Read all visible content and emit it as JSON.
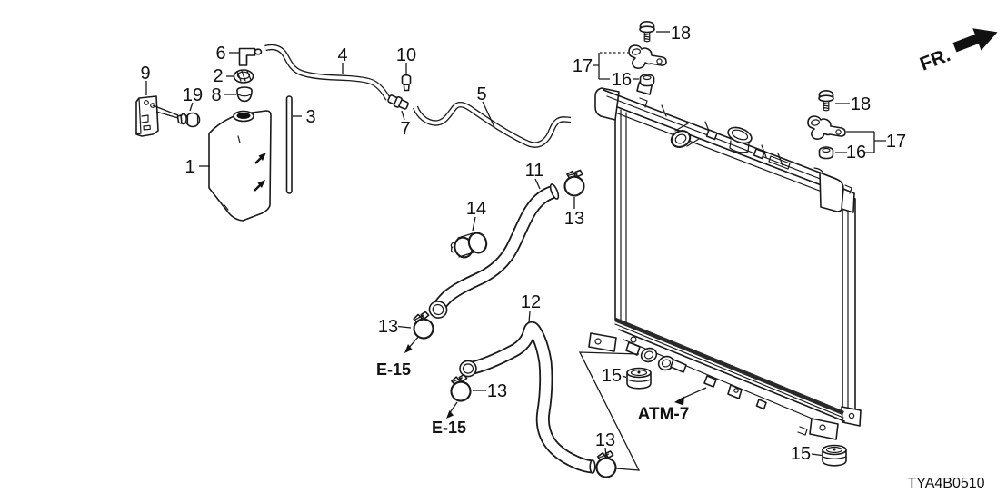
{
  "page": {
    "background": "#ffffff",
    "line_color": "#1a1a1a",
    "description_texts": {
      "diagram_code": "TYA4B0510",
      "front_direction": "FR."
    }
  },
  "callouts": [
    {
      "part": "9",
      "text": "9"
    },
    {
      "part": "19",
      "text": "19"
    },
    {
      "part": "6",
      "text": "6"
    },
    {
      "part": "2",
      "text": "2"
    },
    {
      "part": "8",
      "text": "8"
    },
    {
      "part": "1",
      "text": "1"
    },
    {
      "part": "3",
      "text": "3"
    },
    {
      "part": "4",
      "text": "4"
    },
    {
      "part": "10",
      "text": "10"
    },
    {
      "part": "7",
      "text": "7"
    },
    {
      "part": "5",
      "text": "5"
    },
    {
      "part": "11",
      "text": "11"
    },
    {
      "part": "13",
      "text": "13"
    },
    {
      "part": "14",
      "text": "14"
    },
    {
      "part": "13",
      "text": "13"
    },
    {
      "part": "12",
      "text": "12"
    },
    {
      "part": "13",
      "text": "13"
    },
    {
      "part": "13",
      "text": "13"
    },
    {
      "part": "15",
      "text": "15"
    },
    {
      "part": "15",
      "text": "15"
    },
    {
      "part": "18",
      "text": "18"
    },
    {
      "part": "17",
      "text": "17"
    },
    {
      "part": "16",
      "text": "16"
    },
    {
      "part": "18",
      "text": "18"
    },
    {
      "part": "17",
      "text": "17"
    },
    {
      "part": "16",
      "text": "16"
    }
  ],
  "ref_labels": {
    "e15_upper": "E-15",
    "e15_lower": "E-15",
    "atm7": "ATM-7"
  }
}
